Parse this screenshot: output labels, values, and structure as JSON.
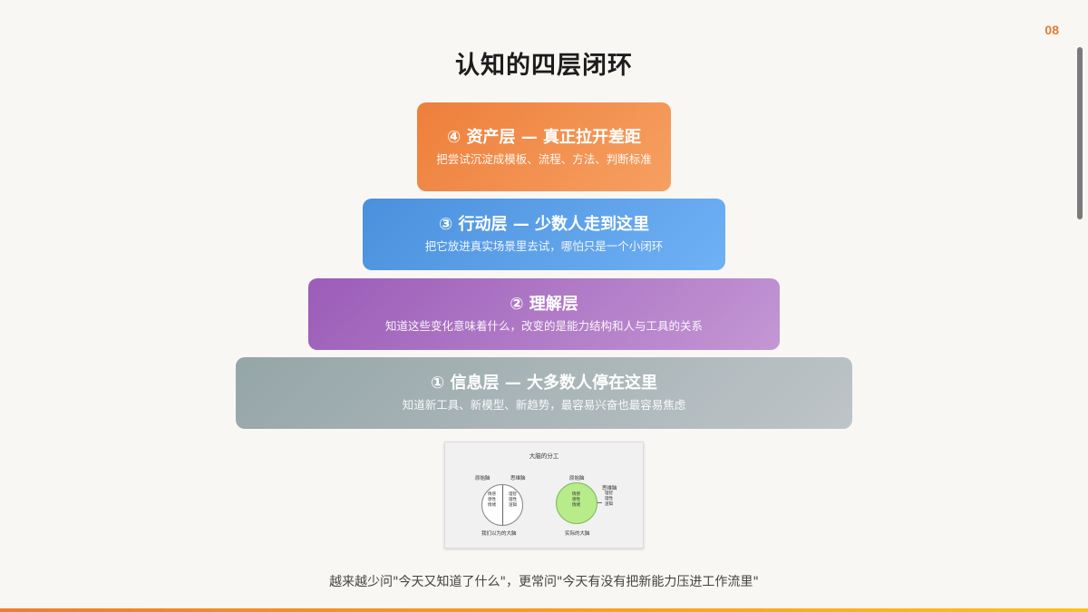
{
  "page_number": "08",
  "title": "认知的四层闭环",
  "layers": [
    {
      "level": 4,
      "title": "④ 资产层 — 真正拉开差距",
      "description": "把尝试沉淀成模板、流程、方法、判断标准",
      "color": "#ee7f3b"
    },
    {
      "level": 3,
      "title": "③ 行动层 — 少数人走到这里",
      "description": "把它放进真实场景里去试，哪怕只是一个小闭环",
      "color": "#4a90dc"
    },
    {
      "level": 2,
      "title": "② 理解层",
      "description": "知道这些变化意味着什么，改变的是能力结构和人与工具的关系",
      "color": "#9b5cb8"
    },
    {
      "level": 1,
      "title": "① 信息层 — 大多数人停在这里",
      "description": "知道新工具、新模型、新趋势，最容易兴奋也最容易焦虑",
      "color": "#95a6a8"
    }
  ],
  "diagram": {
    "title": "大脑的分工",
    "left": {
      "label_primitive": "原始脑",
      "label_thinking": "思维脑",
      "primitive_items": "情感\n感性\n情绪",
      "thinking_items": "理智\n理性\n逻辑",
      "caption": "我们以为的大脑"
    },
    "right": {
      "label_primitive": "原始脑",
      "label_thinking": "思维脑",
      "primitive_items": "情感\n感性\n情绪",
      "thinking_items": "理智\n理性\n逻辑",
      "caption": "实际的大脑"
    }
  },
  "footer_text": "越来越少问\"今天又知道了什么\"，更常问\"今天有没有把新能力压进工作流里\"",
  "accent_color": "#e07b36"
}
